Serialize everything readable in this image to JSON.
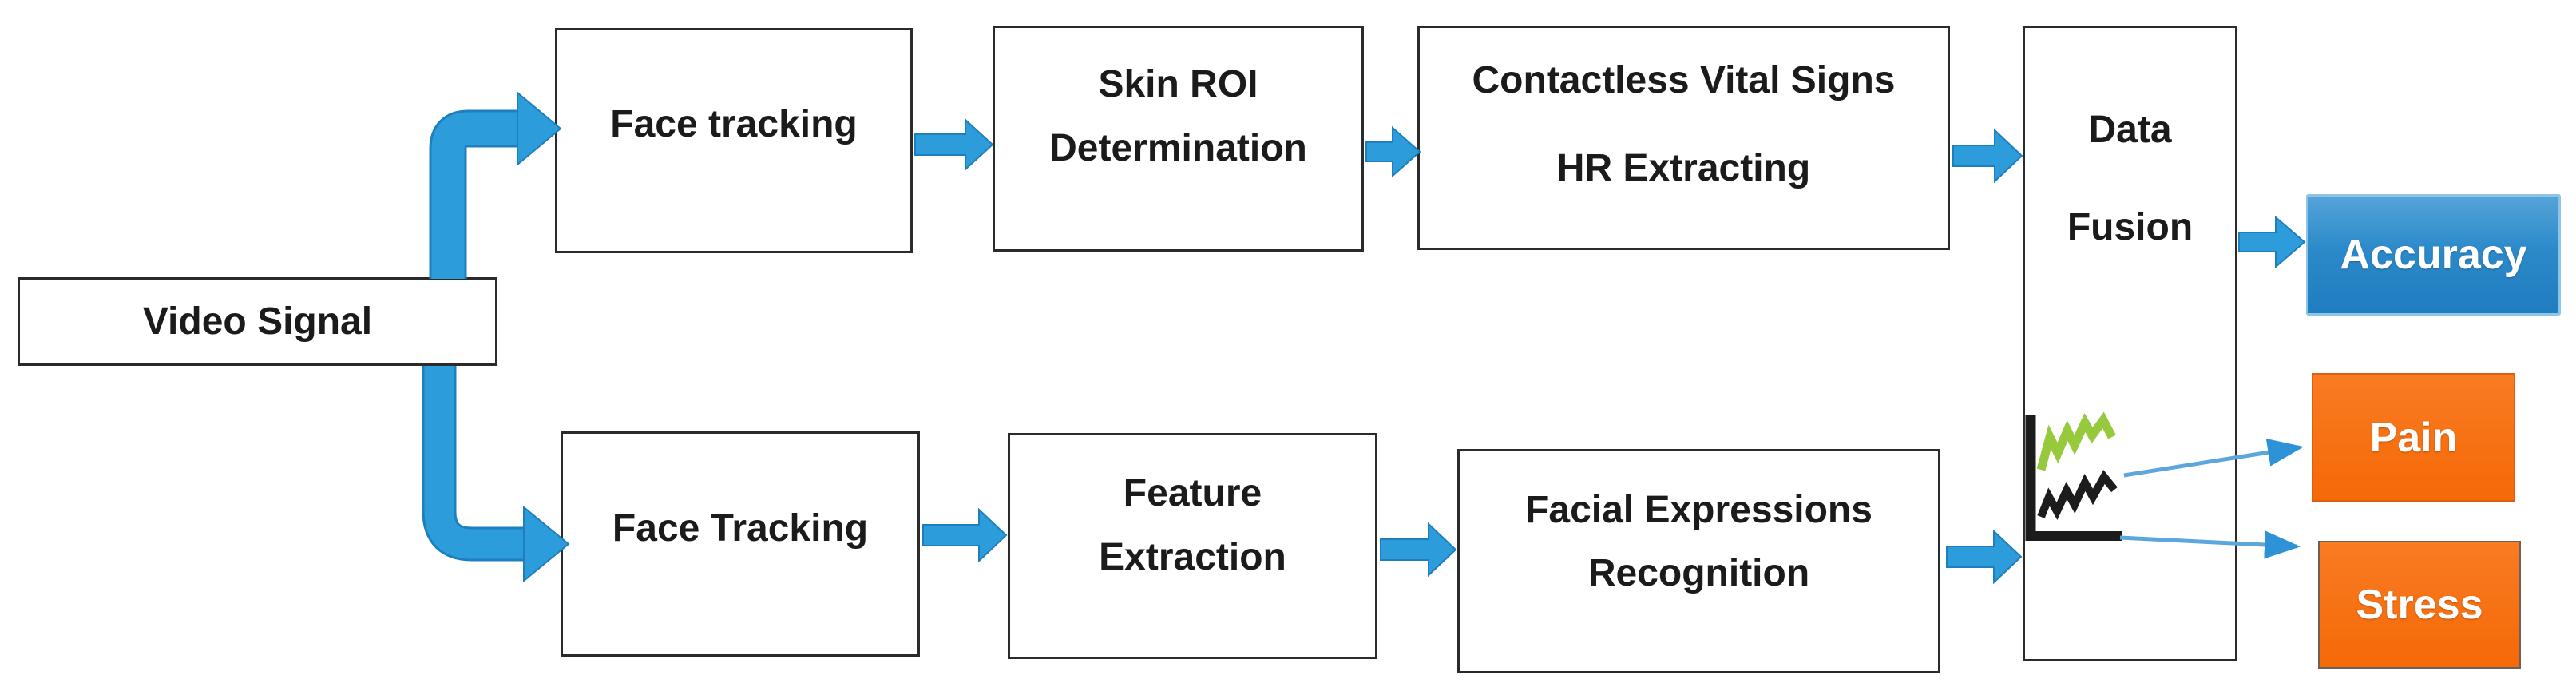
{
  "figure": {
    "type": "flow-diagram",
    "description": "Two-branch video processing pipeline fusing contactless vital signs and facial expression recognition into data fusion outputs"
  },
  "nodes": {
    "video_signal": {
      "label": "Video Signal"
    },
    "face_tracking_top": {
      "label": "Face tracking"
    },
    "skin_roi": {
      "line1": "Skin ROI",
      "line2": "Determination"
    },
    "contactless_vital_signs": {
      "line1": "Contactless Vital Signs",
      "line2": "HR Extracting"
    },
    "face_tracking_bottom": {
      "label": "Face Tracking"
    },
    "feature_extraction": {
      "line1": "Feature",
      "line2": "Extraction"
    },
    "facial_expressions": {
      "line1": "Facial Expressions",
      "line2": "Recognition"
    },
    "data_fusion": {
      "line1": "Data",
      "line2": "Fusion"
    },
    "accuracy": {
      "label": "Accuracy"
    },
    "pain": {
      "label": "Pain"
    },
    "stress": {
      "label": "Stress"
    }
  },
  "edges": [
    {
      "from": "video_signal",
      "to": "face_tracking_top",
      "style": "thick-elbow-up"
    },
    {
      "from": "face_tracking_top",
      "to": "skin_roi",
      "style": "block"
    },
    {
      "from": "skin_roi",
      "to": "contactless_vital_signs",
      "style": "block"
    },
    {
      "from": "contactless_vital_signs",
      "to": "data_fusion",
      "style": "block"
    },
    {
      "from": "video_signal",
      "to": "face_tracking_bottom",
      "style": "thick-elbow-down"
    },
    {
      "from": "face_tracking_bottom",
      "to": "feature_extraction",
      "style": "block"
    },
    {
      "from": "feature_extraction",
      "to": "facial_expressions",
      "style": "block"
    },
    {
      "from": "facial_expressions",
      "to": "data_fusion",
      "style": "block"
    },
    {
      "from": "data_fusion",
      "to": "accuracy",
      "style": "block"
    },
    {
      "from": "data_fusion",
      "to": "pain",
      "style": "thin"
    },
    {
      "from": "data_fusion",
      "to": "stress",
      "style": "thin"
    }
  ],
  "icons": {
    "data_fusion_chart": "line-chart-icon (black axes, green rising zigzag series over black zigzag series)"
  },
  "colors": {
    "arrow_blue": "#2D9CDB",
    "arrow_blue_border": "#1D7FBD",
    "thin_arrow_blue": "#5BA7DC",
    "accuracy_blue": "#2C8ACA",
    "outcome_orange": "#F56908",
    "box_border": "#2B2B2B",
    "text": "#1B1B1B",
    "chart_green": "#97C93D",
    "chart_black": "#1C1C1C",
    "background": "#FFFFFF"
  }
}
